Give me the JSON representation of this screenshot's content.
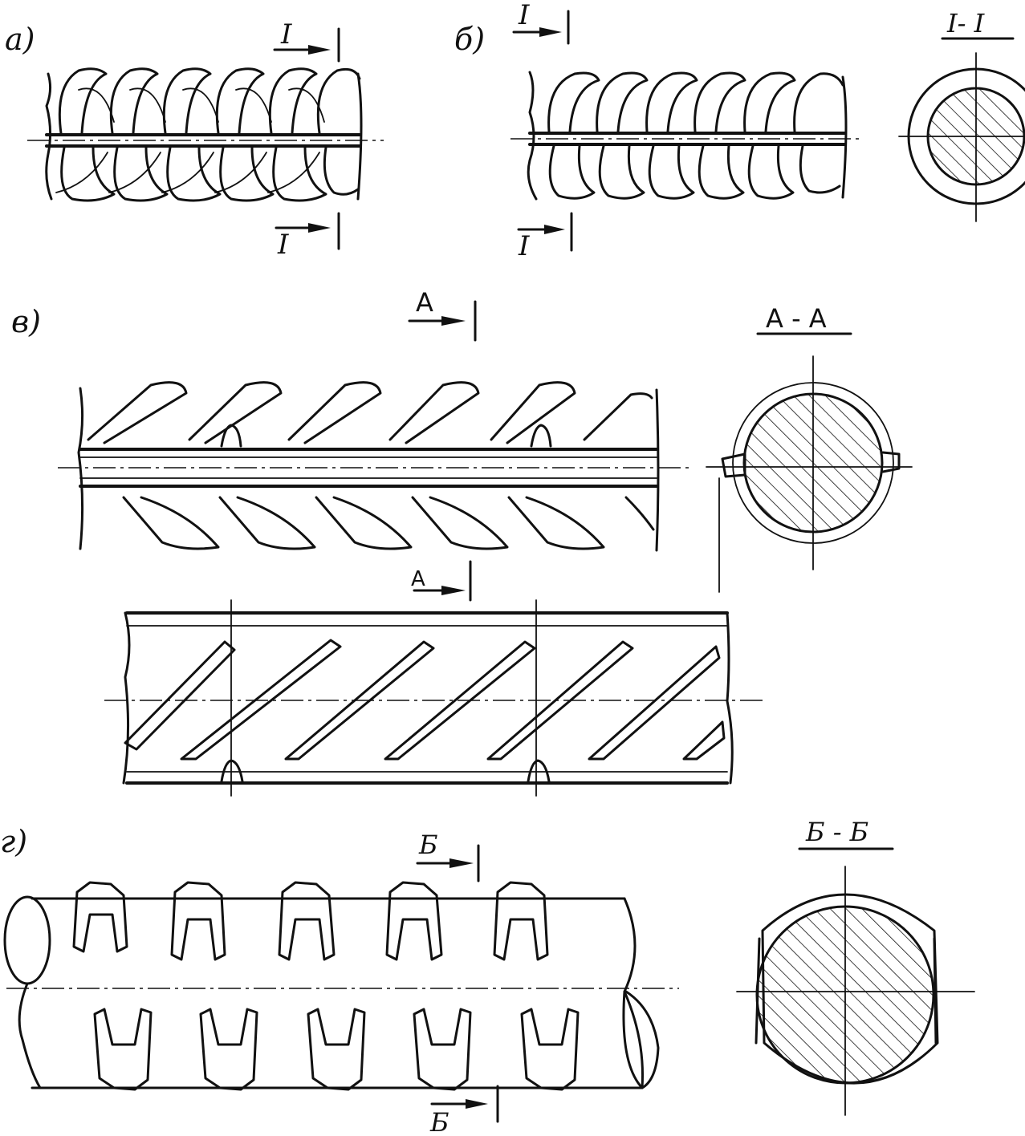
{
  "panels": {
    "a": {
      "label": "а)",
      "section_top": "I",
      "section_bottom": "I"
    },
    "b": {
      "label": "б)",
      "section_top": "I",
      "section_bottom": "I",
      "section_view_title": "I- I"
    },
    "v": {
      "label": "в)",
      "section_top": "А",
      "section_bottom": "А",
      "section_view_title": "А - А"
    },
    "g": {
      "label": "г)",
      "section_top": "Б",
      "section_bottom": "Б",
      "section_view_title": "Б - Б"
    }
  }
}
